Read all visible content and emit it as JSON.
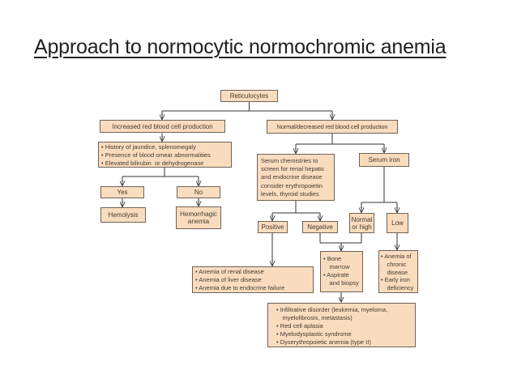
{
  "title": "Approach to normocytic normochromic anemia",
  "colors": {
    "box-fill": "#f9dcbe",
    "box-border": "#6f6257",
    "box-text": "#443a31",
    "line": "#333333",
    "title-text": "#202020",
    "bg": "#ffffff"
  },
  "flowchart": {
    "reticulocytes": "Reticulocytes",
    "increased": "Increased red blood cell production",
    "normal_decreased": "Normal/decreased red blood cell production",
    "history_lines": [
      "• History of jaundice, splenomegaly",
      "• Presence of blood smear abnormalities",
      "• Elevated bilirubin  or dehydrogenase"
    ],
    "yes": "Yes",
    "no": "No",
    "hemolysis": "Hemolysis",
    "hemorrhagic": "Hemorrhagic anemia",
    "serum_chem_lines": [
      "Serum chemistries to",
      "screen for renal hepatic",
      "and endocrine disease",
      "consider erythropoietin",
      "levels, thyroid studies"
    ],
    "serum_iron": "Serum iron",
    "positive": "Positive",
    "negative": "Negative",
    "normal_or_high": "Normal or high",
    "low": "Low",
    "renal_lines": [
      "• Anemia of renal disease",
      "• Anemia of liver disease",
      "• Anemia due to endocrine failure"
    ],
    "bone_marrow_lines": [
      "• Bone",
      "marrow",
      "• Aspirate",
      "and biopsy"
    ],
    "chronic_lines": [
      "• Anemia of",
      "chronic",
      "disease",
      "• Early iron",
      "deficiency"
    ],
    "bottom_lines": [
      "• Infiltrative disorder (leukemia, myeloma,",
      "myelofibrosis, metastasis)",
      "• Red cell aplasia",
      "• Myelodysplastic syndrome",
      "• Dyserythropoietic anemia (type II)"
    ]
  }
}
